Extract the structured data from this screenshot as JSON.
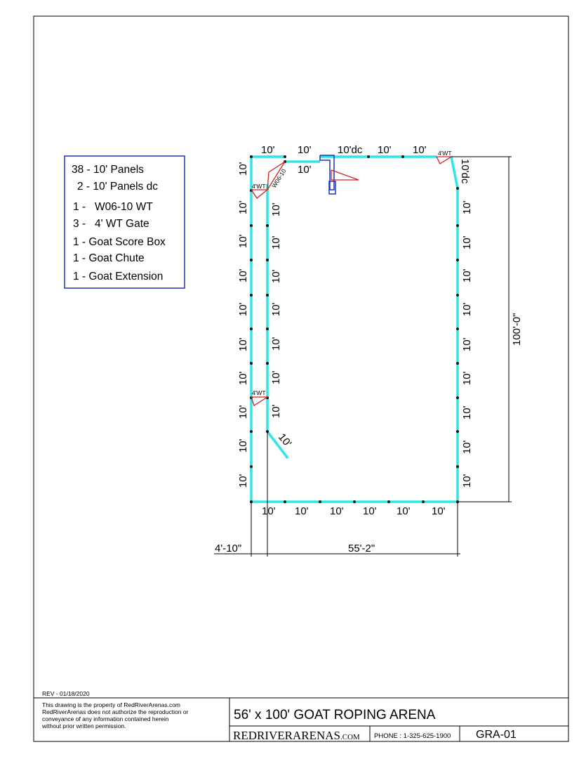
{
  "legend": {
    "items": [
      "38 - 10' Panels",
      "2 - 10' Panels dc",
      "1 -   W06-10 WT",
      "3 -   4' WT Gate",
      "1 - Goat Score Box",
      "1 - Goat Chute",
      "1 - Goat Extension"
    ]
  },
  "plan": {
    "top_labels": [
      "10'",
      "10'",
      "10'dc",
      "10'",
      "10'"
    ],
    "inner_top_label": "10'",
    "left_labels": [
      "10'",
      "10'",
      "10'",
      "10'",
      "10'",
      "10'",
      "10'",
      "10'",
      "10'",
      "10'"
    ],
    "inner_labels": [
      "10'",
      "10'",
      "10'",
      "10'",
      "10'",
      "10'",
      "10'"
    ],
    "right_labels": [
      "10'dc",
      "10'",
      "10'",
      "10'",
      "10'",
      "10'",
      "10'",
      "10'",
      "10'",
      "10'"
    ],
    "bottom_labels": [
      "10'",
      "10'",
      "10'",
      "10'",
      "10'",
      "10'"
    ],
    "diagonal_label": "10'",
    "gate_label": "4'WT",
    "walkthrough_label": "W06-10",
    "dim_height": "100'-0\"",
    "dim_alley": "4'-10\"",
    "dim_width": "55'-2\""
  },
  "title_block": {
    "rev": "REV - 01/18/2020",
    "notice": [
      "This drawing is the property of RedRiverArenas.com",
      "RedRiverArenas does not authorize the reproduction or",
      "conveyance of any information contained herein",
      "without prior written permission."
    ],
    "title": "56' x 100' GOAT ROPING ARENA",
    "brand_main": "REDRIVERARENAS",
    "brand_suffix": ".COM",
    "phone": "PHONE : 1-325-625-1900",
    "drawing_no": "GRA-01"
  },
  "colors": {
    "panel": "#2ee6e6",
    "gate": "#d62020",
    "box": "#2030c0"
  }
}
